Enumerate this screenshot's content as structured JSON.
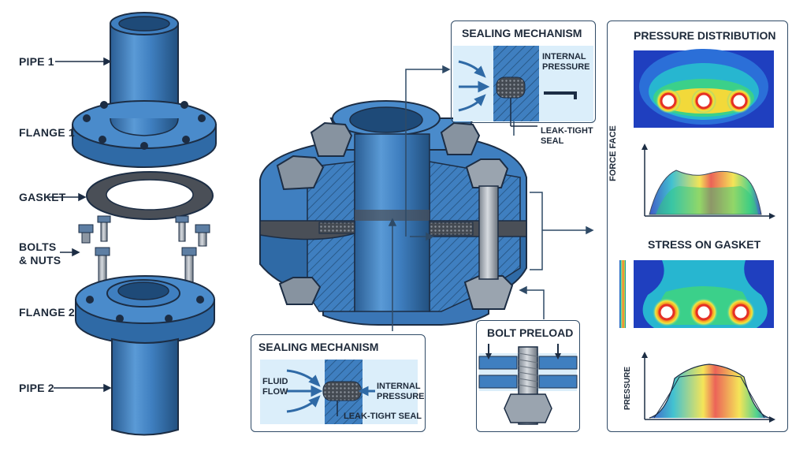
{
  "labels": {
    "pipe1": "PIPE 1",
    "flange1": "FLANGE 1",
    "gasket": "GASKET",
    "bolts_line1": "BOLTS",
    "bolts_line2": "& NUTS",
    "flange2": "FLANGE 2",
    "pipe2": "PIPE 2"
  },
  "top_inset": {
    "title": "SEALING MECHANISM",
    "internal_pressure_1": "INTERNAL",
    "internal_pressure_2": "PRESSURE",
    "leak_tight_1": "LEAK-TIGHT",
    "leak_tight_2": "SEAL"
  },
  "bottom_inset": {
    "title": "SEALING MECHANISM",
    "fluid_1": "FLUID",
    "fluid_2": "FLOW",
    "internal_1": "INTERNAL",
    "internal_2": "PRESSURE",
    "leak_tight": "LEAK-TIGHT SEAL"
  },
  "bolt_preload": {
    "title": "BOLT PRELOAD"
  },
  "right_panel": {
    "title1": "PRESSURE DISTRIBUTION",
    "ylabel1": "FORCE FACE",
    "title2": "STRESS ON GASKET",
    "ylabel2": "PRESSURE"
  },
  "colors": {
    "steel_blue": "#3f7fc0",
    "steel_dark": "#24527f",
    "outline": "#1c2d44",
    "gasket": "#4a4f57"
  }
}
